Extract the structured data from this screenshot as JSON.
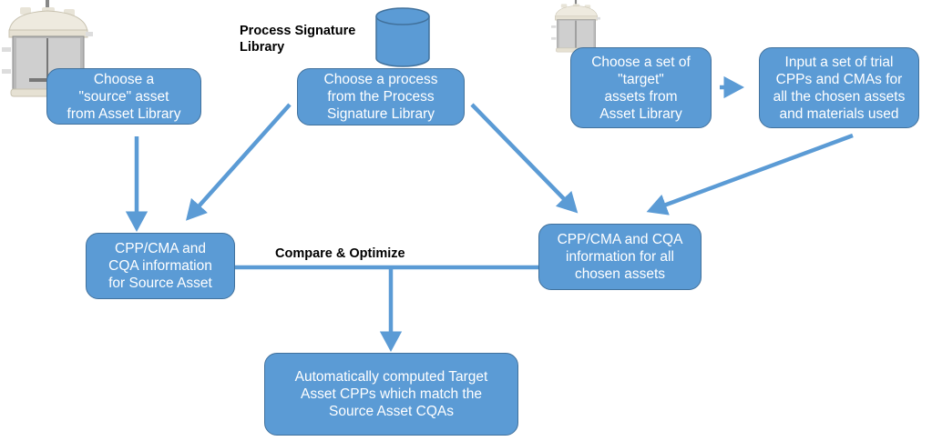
{
  "colors": {
    "box_fill": "#5b9bd5",
    "box_border": "#41719c",
    "arrow": "#5b9bd5",
    "text": "#ffffff"
  },
  "labels": {
    "library_title": "Process Signature\nLibrary",
    "compare": "Compare & Optimize"
  },
  "boxes": {
    "source_asset": "Choose a\n\"source\" asset\nfrom Asset Library",
    "process": "Choose a process\nfrom the Process\nSignature Library",
    "target_assets": "Choose a set of\n\"target\"\nassets from\nAsset Library",
    "trial_input": "Input a set of trial\nCPPs and CMAs for\nall the chosen assets\nand materials used",
    "source_info": "CPP/CMA and\nCQA information\nfor Source Asset",
    "chosen_info": "CPP/CMA and CQA\ninformation for all\nchosen assets",
    "result": "Automatically computed Target\nAsset CPPs which match the\nSource Asset CQAs"
  },
  "icons": [
    "reactor-vessel-icon",
    "database-cylinder-icon",
    "reactor-vessel-icon"
  ]
}
